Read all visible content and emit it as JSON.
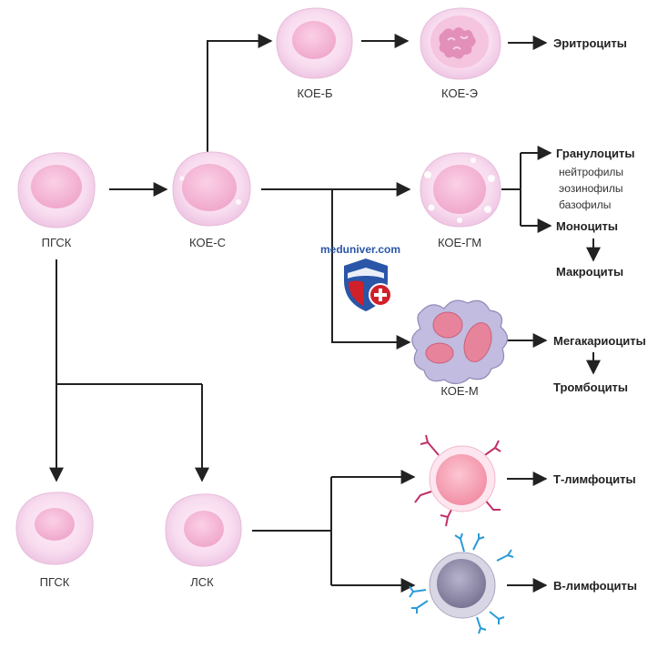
{
  "cells": {
    "pgsk_top": "ПГСК",
    "koe_s": "КОЕ-С",
    "koe_b": "КОЕ-Б",
    "koe_e": "КОЕ-Э",
    "koe_gm": "КОЕ-ГМ",
    "koe_m": "КОЕ-М",
    "pgsk_bottom": "ПГСК",
    "lsk": "ЛСК"
  },
  "outputs": {
    "erythrocytes": "Эритроциты",
    "granulocytes": "Гранулоциты",
    "neutrophils": "нейтрофилы",
    "eosinophils": "эозинофилы",
    "basophils": "базофилы",
    "monocytes": "Моноциты",
    "macrocytes": "Макроциты",
    "megakaryocytes": "Мегакариоциты",
    "thrombocytes": "Тромбоциты",
    "t_lymphocytes": "Т-лимфоциты",
    "b_lymphocytes": "В-лимфоциты"
  },
  "watermark": {
    "text": "meduniver.com",
    "icon": "shield-cross-icon"
  },
  "colors": {
    "cell_outer": "#f6d6ec",
    "cell_nucleus": "#f4b6d6",
    "arrow": "#222222",
    "t_cell": "#f7a6b6",
    "b_cell": "#8f8aa8",
    "megakaryocyte": "#b4b0d6",
    "receptor_t": "#c0306a",
    "receptor_b": "#2a9bd8",
    "shield_red": "#d0202a",
    "shield_blue": "#2a56a8"
  }
}
